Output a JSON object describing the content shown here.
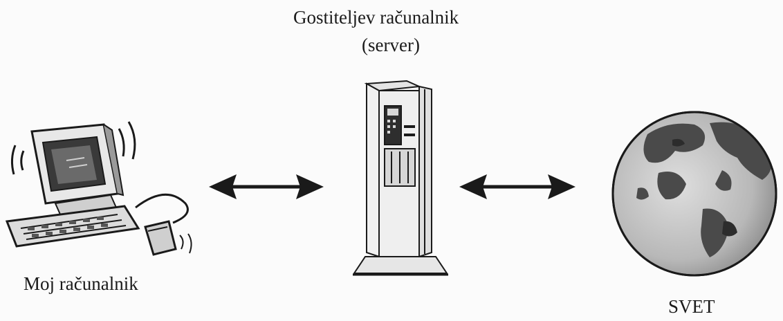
{
  "labels": {
    "server_title": "Gostiteljev računalnik",
    "server_subtitle": "(server)",
    "my_computer": "Moj računalnik",
    "world": "SVET"
  },
  "colors": {
    "ink": "#1a1a1a",
    "background": "#fbfbfb",
    "globe_land": "#4a4a4a",
    "globe_sea": "#b8b8b8"
  },
  "icons": [
    "computer-icon",
    "server-tower-icon",
    "globe-icon",
    "double-arrow-icon"
  ]
}
